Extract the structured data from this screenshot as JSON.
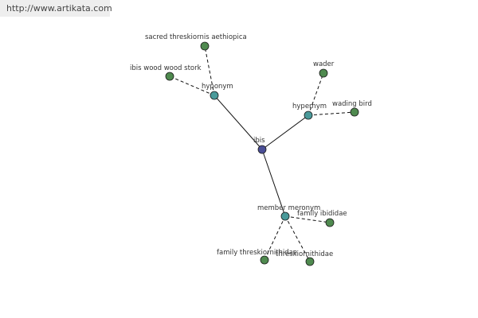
{
  "header": {
    "url": "http://www.artikata.com"
  },
  "colors": {
    "center": "#4a4e96",
    "relation": "#4a9a9a",
    "leaf": "#4f8a4f"
  },
  "graph": {
    "nodes": [
      {
        "id": "ibis",
        "label": "ibis",
        "kind": "center"
      },
      {
        "id": "hyponym",
        "label": "hyponym",
        "kind": "relation"
      },
      {
        "id": "hypernym",
        "label": "hypernym",
        "kind": "relation"
      },
      {
        "id": "member_meronym",
        "label": "member meronym",
        "kind": "relation"
      },
      {
        "id": "sacred",
        "label": "sacred threskiornis aethiopica",
        "kind": "leaf"
      },
      {
        "id": "woodstork",
        "label": "ibis wood wood stork",
        "kind": "leaf"
      },
      {
        "id": "wader",
        "label": "wader",
        "kind": "leaf"
      },
      {
        "id": "wadingbird",
        "label": "wading bird",
        "kind": "leaf"
      },
      {
        "id": "ibididae",
        "label": "family ibididae",
        "kind": "leaf"
      },
      {
        "id": "fam_thresk",
        "label": "family threskiornithidae",
        "kind": "leaf"
      },
      {
        "id": "thresk",
        "label": "threskiornithidae",
        "kind": "leaf"
      }
    ],
    "edges": [
      {
        "from": "ibis",
        "to": "hyponym",
        "style": "solid"
      },
      {
        "from": "ibis",
        "to": "hypernym",
        "style": "solid"
      },
      {
        "from": "ibis",
        "to": "member_meronym",
        "style": "solid"
      },
      {
        "from": "hyponym",
        "to": "sacred",
        "style": "dashed"
      },
      {
        "from": "hyponym",
        "to": "woodstork",
        "style": "dashed"
      },
      {
        "from": "hypernym",
        "to": "wader",
        "style": "dashed"
      },
      {
        "from": "hypernym",
        "to": "wadingbird",
        "style": "dashed"
      },
      {
        "from": "member_meronym",
        "to": "ibididae",
        "style": "dashed"
      },
      {
        "from": "member_meronym",
        "to": "fam_thresk",
        "style": "dashed"
      },
      {
        "from": "member_meronym",
        "to": "thresk",
        "style": "dashed"
      }
    ]
  }
}
